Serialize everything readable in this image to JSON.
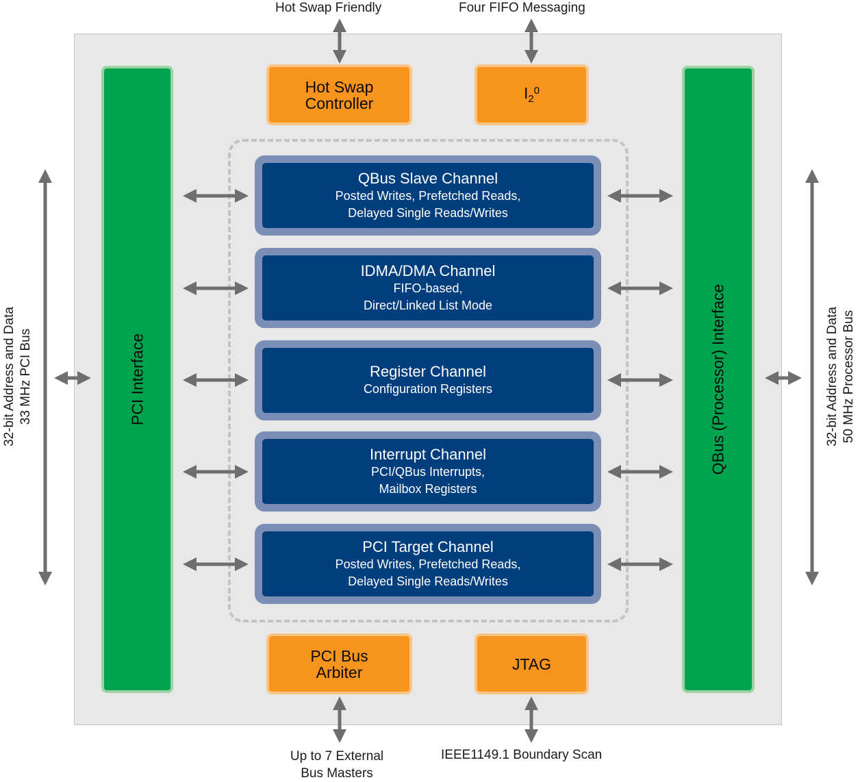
{
  "external_labels": {
    "hot_swap_friendly": "Hot Swap Friendly",
    "four_fifo_messaging": "Four FIFO Messaging",
    "bus_masters_line1": "Up to 7 External",
    "bus_masters_line2": "Bus Masters",
    "boundary_scan": "IEEE1149.1 Boundary Scan",
    "pci_bus_line1": "32-bit Address and Data",
    "pci_bus_line2": "33 MHz PCI Bus",
    "processor_bus_line1": "32-bit Address and Data",
    "processor_bus_line2": "50 MHz Processor Bus"
  },
  "interfaces": {
    "pci": "PCI Interface",
    "qbus": "QBus (Processor) Interface"
  },
  "blocks": {
    "hot_swap_line1": "Hot Swap",
    "hot_swap_line2": "Controller",
    "i2o_base": "I",
    "i2o_sub": "2",
    "i2o_sup": "0",
    "arbiter_line1": "PCI Bus",
    "arbiter_line2": "Arbiter",
    "jtag": "JTAG"
  },
  "channels": [
    {
      "title": "QBus Slave Channel",
      "lines": [
        "Posted Writes, Prefetched Reads,",
        "Delayed Single Reads/Writes"
      ]
    },
    {
      "title": "IDMA/DMA Channel",
      "lines": [
        "FIFO-based,",
        "Direct/Linked List Mode"
      ]
    },
    {
      "title": "Register Channel",
      "lines": [
        "Configuration Registers"
      ]
    },
    {
      "title": "Interrupt Channel",
      "lines": [
        "PCI/QBus Interrupts,",
        "Mailbox Registers"
      ]
    },
    {
      "title": "PCI Target Channel",
      "lines": [
        "Posted Writes, Prefetched Reads,",
        "Delayed Single Reads/Writes"
      ]
    }
  ],
  "colors": {
    "interface_green": "#00a44f",
    "block_orange": "#f7941d",
    "channel_blue": "#003e7d",
    "arrow_gray": "#6d6e70"
  }
}
